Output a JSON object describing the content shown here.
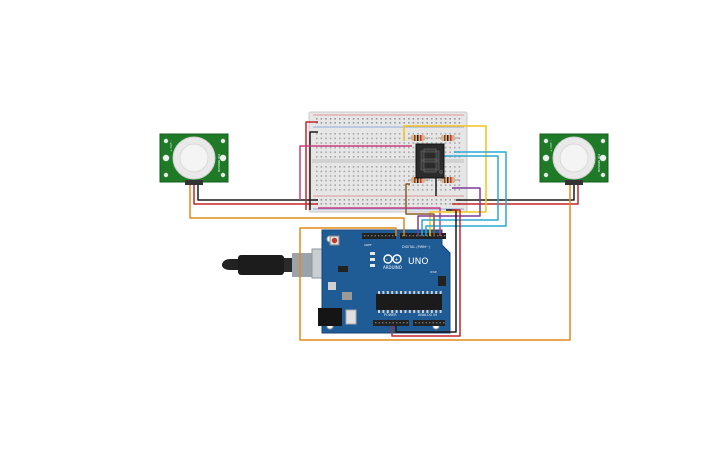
{
  "pir_left": {
    "label_a": "PIR SENSOR",
    "label_b": "+ OUT -"
  },
  "pir_right": {
    "label_a": "PIR SENSOR",
    "label_b": "+ OUT -"
  },
  "seven_segment": {
    "digit": "8."
  },
  "arduino": {
    "brand": "ARDUINO",
    "model": "UNO",
    "digital_label": "DIGITAL (PWM~)",
    "power_label": "POWER",
    "analog_label": "ANALOG IN",
    "reset_label": "RESET",
    "icsp_label": "ICSP",
    "aref_label": "AREF"
  },
  "colors": {
    "wire_red": "#c0262d",
    "wire_black": "#1a1a1a",
    "wire_orange": "#e08a18",
    "wire_yellow": "#f2c21b",
    "wire_blue": "#2aa7d2",
    "wire_purple": "#7d3c98",
    "wire_magenta": "#c73d7f",
    "wire_brown": "#8b5a2b",
    "board_blue": "#1f5b94",
    "pir_green": "#1f7a28",
    "breadboard": "#e9e9e9"
  }
}
